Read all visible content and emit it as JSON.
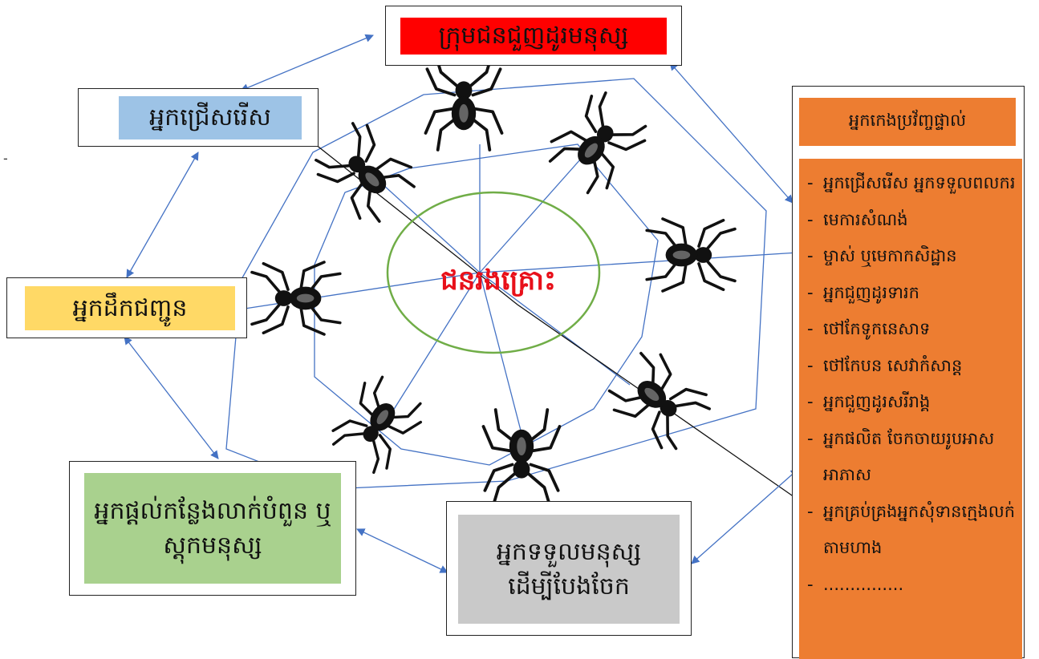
{
  "center_label": "ជនរងគ្រោះ",
  "actors": {
    "trafficking_group": "ក្រុមជនជួញដូរមនុស្ស",
    "recruiter": "អ្នកជ្រើសរើស",
    "transporter": "អ្នកដឹកជញ្ជូន",
    "harborer": "អ្នកផ្តល់កន្លែងលាក់បំពួន ឬស្តុកមនុស្ស",
    "receiver": "អ្នកទទួលមនុស្ស ដើម្បីបែងចែក"
  },
  "exploiters": {
    "title": "អ្នកកេងប្រវ័ញ្ចផ្ទាល់",
    "items": [
      "អ្នកជ្រើសរើស អ្នកទទួលពលករ",
      "មេការសំណង់",
      "ម្ចាស់ ឬមេកាកសិដ្ឋាន",
      "អ្នកជួញដូរទារក",
      "ថៅកែទូកនេសាទ",
      "ថៅកែបន សេវាកំសាន្ត",
      "អ្នកជួញដូរសរីរាង្គ",
      "អ្នកផលិត ចែកចាយរូបអាសអាភាស",
      "អ្នកគ្រប់គ្រងអ្នកសុំទានក្មេងលក់តាមហាង",
      "..............."
    ]
  },
  "stray_mark": "-",
  "colors": {
    "arrow": "#4472c4",
    "web_line": "#4472c4",
    "ellipse": "#70ad47",
    "center_text": "#e8101a",
    "trafficking_group_fill": "#ff0000",
    "recruiter_fill": "#9dc3e6",
    "transporter_fill": "#ffd966",
    "harborer_fill": "#a9d18e",
    "receiver_fill": "#c9c9c9",
    "exploiters_fill": "#ed7d31"
  }
}
